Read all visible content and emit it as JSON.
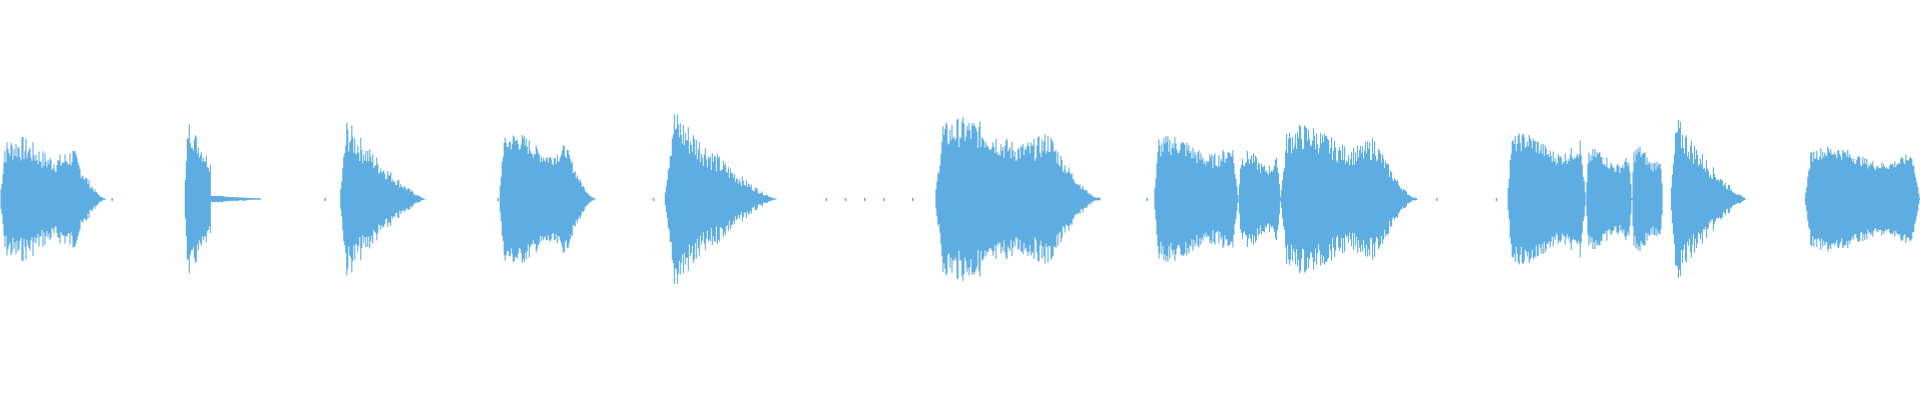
{
  "waveform": {
    "color": "#5dade2",
    "segments": [
      {
        "start": 0.0,
        "end": 0.055,
        "peak": 0.38,
        "shape": "sustain-tail",
        "density": 0.9
      },
      {
        "start": 0.096,
        "end": 0.136,
        "peak": 0.5,
        "shape": "spike-tail",
        "density": 0.7
      },
      {
        "start": 0.177,
        "end": 0.222,
        "peak": 0.48,
        "shape": "attack-decay",
        "density": 0.9
      },
      {
        "start": 0.26,
        "end": 0.31,
        "peak": 0.42,
        "shape": "sustain-tail",
        "density": 0.6
      },
      {
        "start": 0.346,
        "end": 0.405,
        "peak": 0.55,
        "shape": "attack-decay",
        "density": 1.0
      },
      {
        "start": 0.487,
        "end": 0.573,
        "peak": 0.5,
        "shape": "sustain-tail",
        "density": 0.8
      },
      {
        "start": 0.601,
        "end": 0.645,
        "peak": 0.4,
        "shape": "sustain",
        "density": 0.7
      },
      {
        "start": 0.645,
        "end": 0.667,
        "peak": 0.3,
        "shape": "sustain",
        "density": 0.7
      },
      {
        "start": 0.667,
        "end": 0.738,
        "peak": 0.46,
        "shape": "sustain-tail",
        "density": 0.8
      },
      {
        "start": 0.785,
        "end": 0.826,
        "peak": 0.42,
        "shape": "sustain",
        "density": 0.6
      },
      {
        "start": 0.826,
        "end": 0.85,
        "peak": 0.32,
        "shape": "sustain",
        "density": 0.6
      },
      {
        "start": 0.85,
        "end": 0.866,
        "peak": 0.34,
        "shape": "sustain",
        "density": 0.6
      },
      {
        "start": 0.87,
        "end": 0.91,
        "peak": 0.5,
        "shape": "attack-decay",
        "density": 0.9
      },
      {
        "start": 0.94,
        "end": 1.0,
        "peak": 0.34,
        "shape": "sustain",
        "density": 0.5
      }
    ],
    "ticks": [
      0.058,
      0.127,
      0.169,
      0.259,
      0.34,
      0.43,
      0.44,
      0.45,
      0.46,
      0.475,
      0.597,
      0.748,
      0.779,
      0.94
    ]
  }
}
